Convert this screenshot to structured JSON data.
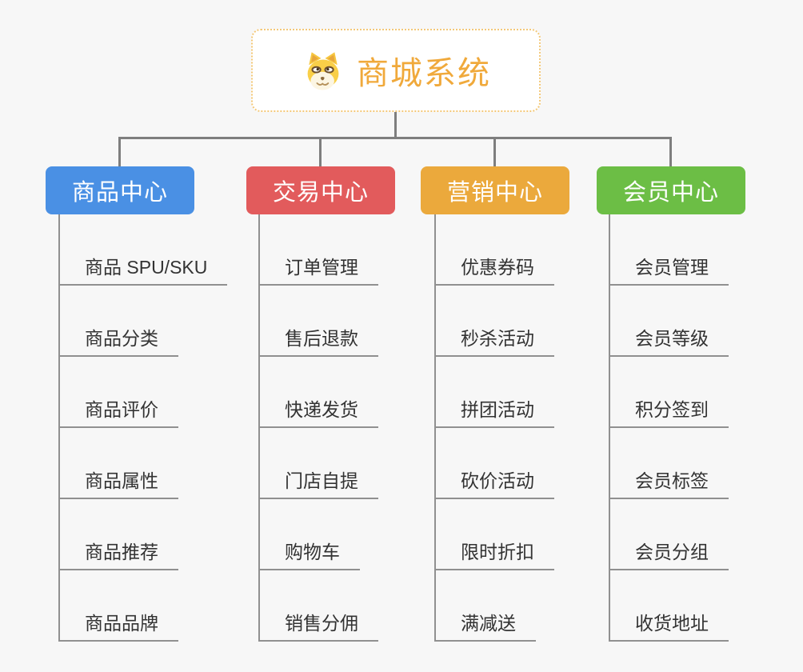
{
  "root": {
    "title": "商城系统",
    "icon": "doge-icon"
  },
  "branches": [
    {
      "label": "商品中心",
      "color": "#4a90e4",
      "items": [
        "商品 SPU/SKU",
        "商品分类",
        "商品评价",
        "商品属性",
        "商品推荐",
        "商品品牌"
      ]
    },
    {
      "label": "交易中心",
      "color": "#e25b5c",
      "items": [
        "订单管理",
        "售后退款",
        "快递发货",
        "门店自提",
        "购物车",
        "销售分佣"
      ]
    },
    {
      "label": "营销中心",
      "color": "#eba93c",
      "items": [
        "优惠券码",
        "秒杀活动",
        "拼团活动",
        "砍价活动",
        "限时折扣",
        "满减送"
      ]
    },
    {
      "label": "会员中心",
      "color": "#6cbe45",
      "items": [
        "会员管理",
        "会员等级",
        "积分签到",
        "会员标签",
        "会员分组",
        "收货地址"
      ]
    }
  ],
  "colors": {
    "background": "#f7f7f7",
    "root_text": "#f0a93b",
    "root_border": "#f3c878",
    "connector_line": "#7e7e7e",
    "leaf_line": "#909090",
    "leaf_text": "#333333"
  }
}
